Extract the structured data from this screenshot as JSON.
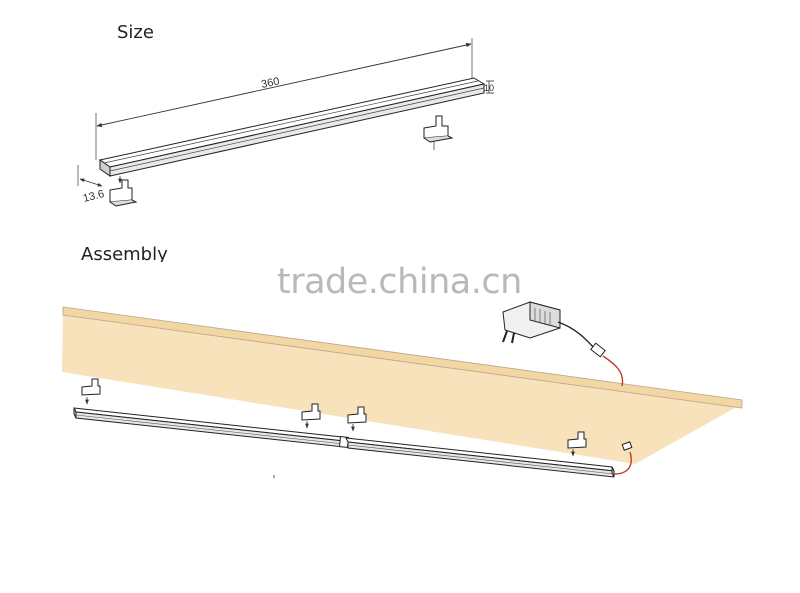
{
  "headings": {
    "size": "Size",
    "assembly": "Assembly"
  },
  "dimensions": {
    "length": "360",
    "width": "13.6",
    "height": "10"
  },
  "watermark": "trade.china.cn",
  "colors": {
    "ceiling": "#f8e2bb",
    "ceiling_edge": "#b8a78a",
    "wire": "#c0392b",
    "line": "#333333"
  }
}
